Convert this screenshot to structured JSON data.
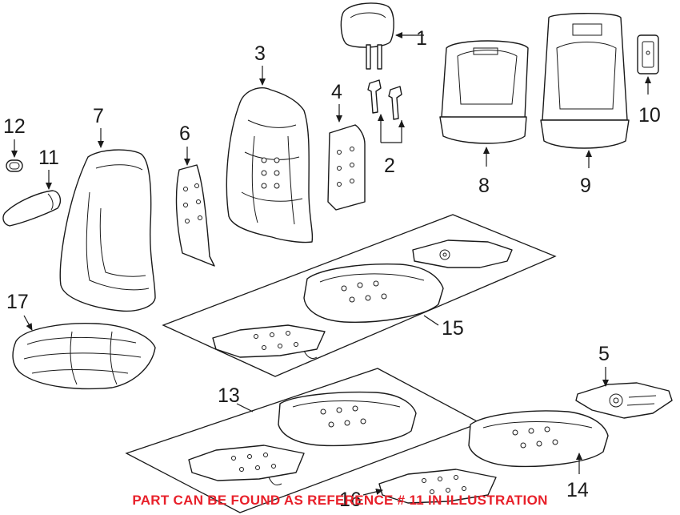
{
  "footer": {
    "note": "PART CAN BE FOUND AS REFERENCE # 11 IN ILLUSTRATION",
    "color": "#e8202a"
  },
  "callouts": {
    "c1": "1",
    "c2": "2",
    "c3": "3",
    "c4": "4",
    "c5": "5",
    "c6": "6",
    "c7": "7",
    "c8": "8",
    "c9": "9",
    "c10": "10",
    "c11": "11",
    "c12": "12",
    "c13": "13",
    "c14": "14",
    "c15": "15",
    "c16": "16",
    "c17": "17"
  }
}
